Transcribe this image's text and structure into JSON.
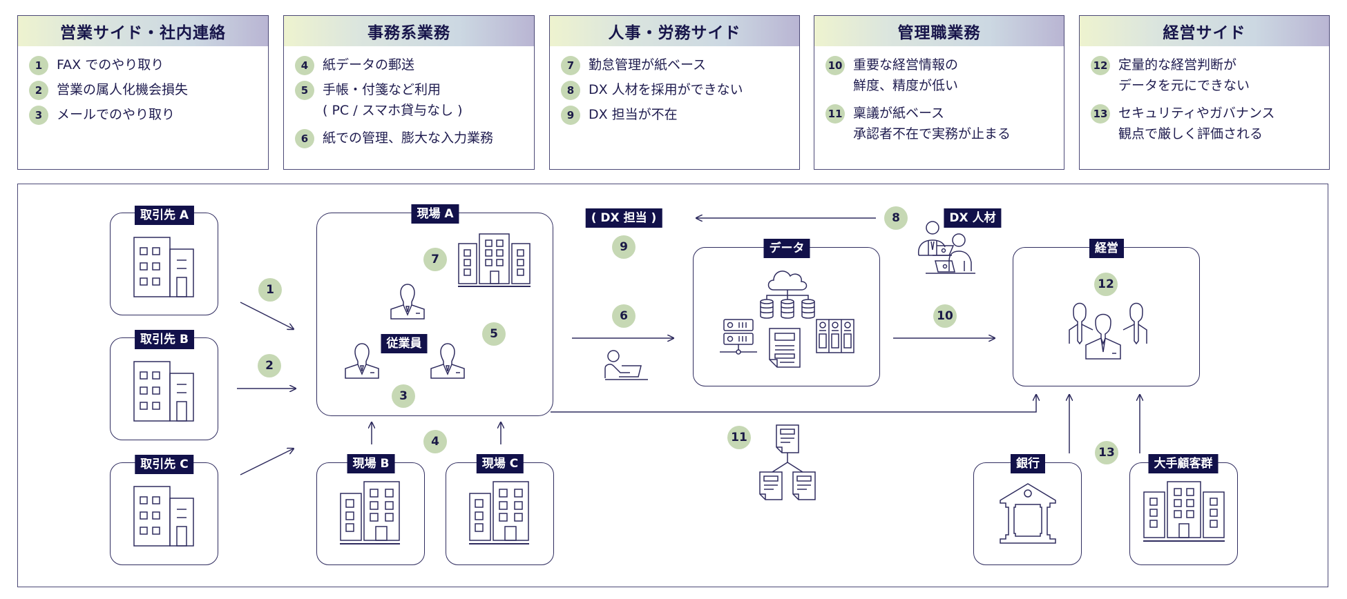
{
  "cards": [
    {
      "title": "営業サイド・社内連絡",
      "items": [
        {
          "num": "1",
          "text": "FAX でのやり取り"
        },
        {
          "num": "2",
          "text": "営業の属人化機会損失"
        },
        {
          "num": "3",
          "text": "メールでのやり取り"
        }
      ]
    },
    {
      "title": "事務系業務",
      "items": [
        {
          "num": "4",
          "text": "紙データの郵送"
        },
        {
          "num": "5",
          "text": "手帳・付箋など利用\n( PC / スマホ貸与なし )"
        },
        {
          "num": "6",
          "text": "紙での管理、膨大な入力業務"
        }
      ]
    },
    {
      "title": "人事・労務サイド",
      "items": [
        {
          "num": "7",
          "text": "勤怠管理が紙ベース"
        },
        {
          "num": "8",
          "text": "DX 人材を採用ができない"
        },
        {
          "num": "9",
          "text": "DX 担当が不在"
        }
      ]
    },
    {
      "title": "管理職業務",
      "items": [
        {
          "num": "10",
          "text": "重要な経営情報の\n鮮度、精度が低い"
        },
        {
          "num": "11",
          "text": "稟議が紙ベース\n承認者不在で実務が止まる"
        }
      ]
    },
    {
      "title": "経営サイド",
      "items": [
        {
          "num": "12",
          "text": "定量的な経営判断が\nデータを元にできない"
        },
        {
          "num": "13",
          "text": "セキュリティやガバナンス\n観点で厳しく評価される"
        }
      ]
    }
  ],
  "diagram": {
    "tags": {
      "partner_a": "取引先 A",
      "partner_b": "取引先 B",
      "partner_c": "取引先 C",
      "site_a": "現場 A",
      "site_b": "現場 B",
      "site_c": "現場 C",
      "employees": "従業員",
      "dx_owner": "( DX 担当 )",
      "data": "データ",
      "dx_talent": "DX 人材",
      "management": "経営",
      "bank": "銀行",
      "major_clients": "大手顧客群"
    },
    "bubbles": {
      "b1": "1",
      "b2": "2",
      "b3": "3",
      "b4": "4",
      "b5": "5",
      "b6": "6",
      "b7": "7",
      "b8": "8",
      "b9": "9",
      "b10": "10",
      "b11": "11",
      "b12": "12",
      "b13": "13"
    }
  },
  "colors": {
    "navy": "#12114a",
    "line": "#2e2b5e",
    "bubble": "#c6d8b4"
  }
}
